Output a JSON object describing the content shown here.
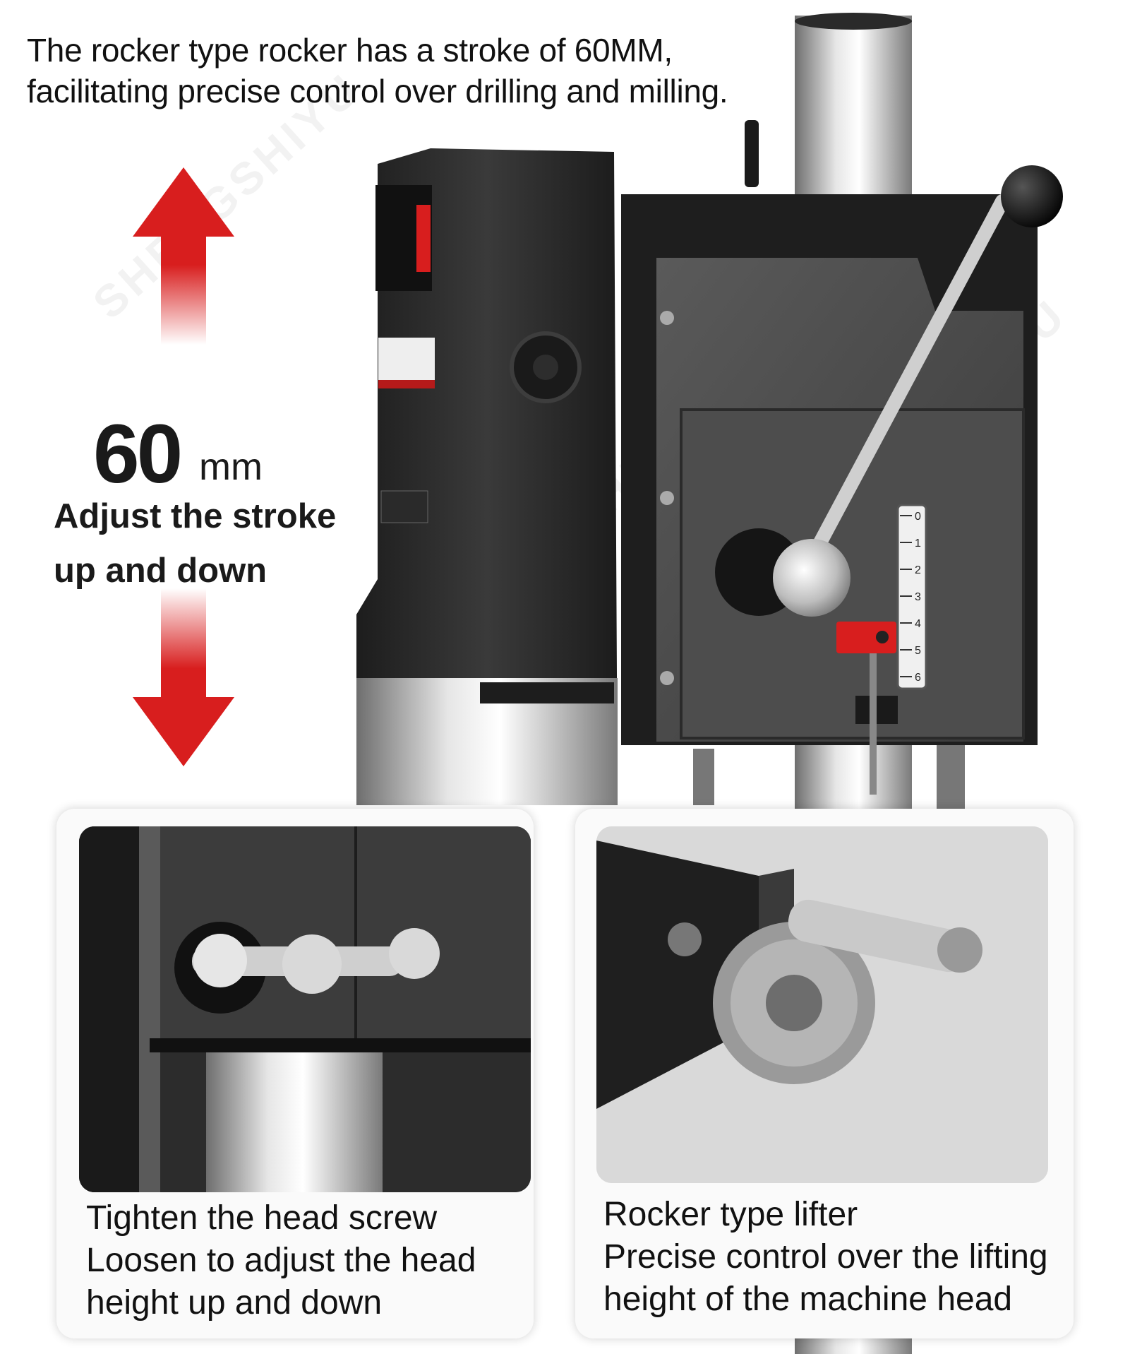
{
  "headline": {
    "line1": "The rocker type rocker has a stroke of 60MM,",
    "line2": "facilitating precise control over drilling and milling."
  },
  "stroke": {
    "value": "60",
    "unit": "mm",
    "label_line1": "Adjust the stroke",
    "label_line2": "up and down"
  },
  "scale_ticks": [
    "0",
    "1",
    "2",
    "3",
    "4",
    "5",
    "6"
  ],
  "watermark": "SHENGSHIYU",
  "features": [
    {
      "line1": "Tighten the head screw",
      "line2": "Loosen to adjust the head",
      "line3": "height up and down"
    },
    {
      "line1": "Rocker type lifter",
      "line2": "Precise control over the lifting",
      "line3": "height of the machine head"
    }
  ],
  "colors": {
    "accent_red": "#d81e1e",
    "machine_dark": "#2b2b2b",
    "machine_panel": "#4a4a4a",
    "steel": "#c4c4c4"
  },
  "icons": [
    "arrow-up-icon",
    "arrow-down-icon"
  ]
}
